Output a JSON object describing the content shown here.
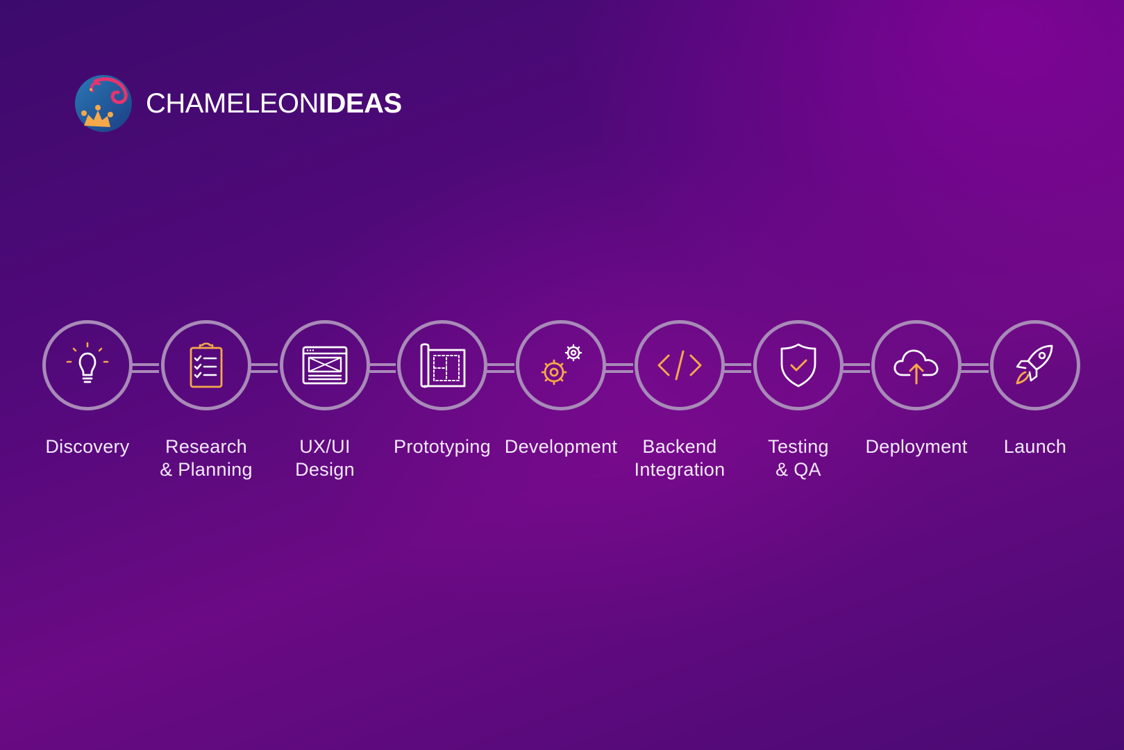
{
  "brand": {
    "name_light": "CHAMELEON",
    "name_bold": "IDEAS"
  },
  "colors": {
    "ring": "#a88ab8",
    "icon_white": "#ffffff",
    "icon_orange": "#f5a94a",
    "label": "#f3e9fb"
  },
  "steps": [
    {
      "icon": "lightbulb-icon",
      "label_line1": "Discovery",
      "label_line2": ""
    },
    {
      "icon": "clipboard-checklist-icon",
      "label_line1": "Research",
      "label_line2": "& Planning"
    },
    {
      "icon": "wireframe-window-icon",
      "label_line1": "UX/UI",
      "label_line2": "Design"
    },
    {
      "icon": "blueprint-icon",
      "label_line1": "Prototyping",
      "label_line2": ""
    },
    {
      "icon": "gears-icon",
      "label_line1": "Development",
      "label_line2": ""
    },
    {
      "icon": "code-brackets-icon",
      "label_line1": "Backend",
      "label_line2": "Integration"
    },
    {
      "icon": "shield-check-icon",
      "label_line1": "Testing",
      "label_line2": "& QA"
    },
    {
      "icon": "cloud-upload-icon",
      "label_line1": "Deployment",
      "label_line2": ""
    },
    {
      "icon": "rocket-icon",
      "label_line1": "Launch",
      "label_line2": ""
    }
  ]
}
